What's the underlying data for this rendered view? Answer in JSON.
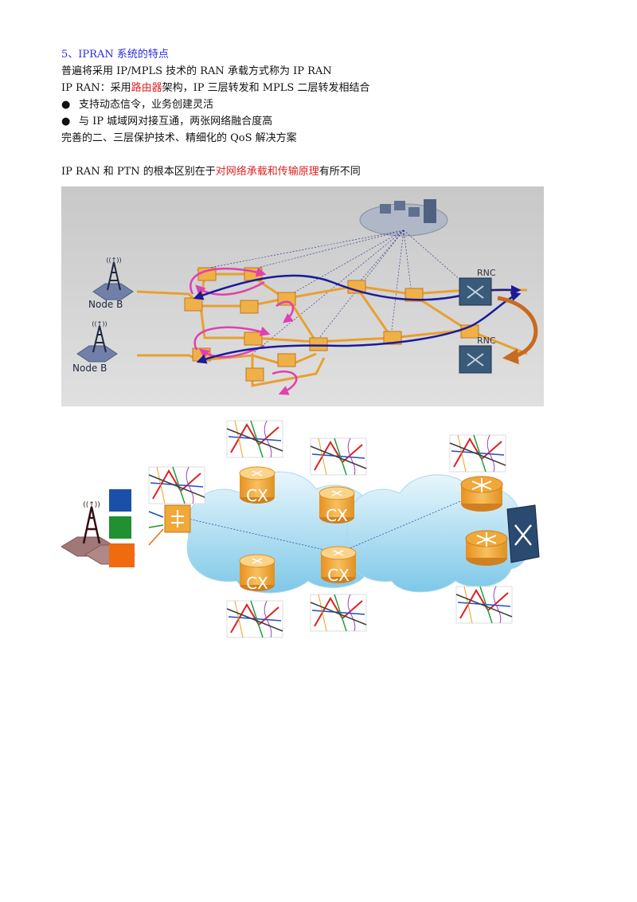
{
  "doc": {
    "heading": "5、IPRAN 系统的特点",
    "line1": "普遍将采用 IP/MPLS 技术的 RAN 承载方式称为 IP RAN",
    "line2_pre": "IP RAN：采用",
    "line2_red": "路由器",
    "line2_post": "架构，IP 三层转发和 MPLS 二层转发相结合",
    "bullets": [
      "支持动态信令，业务创建灵活",
      "与 IP 城域网对接互通，两张网络融合度高"
    ],
    "bullet_symbol": "●",
    "line3": "完善的二、三层保护技术、精细化的 QoS 解决方案",
    "line4_pre": "IP RAN 和 PTN 的根本区别在于",
    "line4_red": "对网络承载和传输原理",
    "line4_post": "有所不同"
  },
  "figure1": {
    "node_b_labels": [
      "Node B",
      "Node B"
    ],
    "rnc_labels": [
      "RNC",
      "RNC"
    ]
  },
  "figure2": {
    "cx_labels": [
      "CX",
      "CX",
      "CX",
      "CX"
    ]
  },
  "colors": {
    "heading": "#2a2ae0",
    "highlight": "#e02020",
    "router_orange": "#f0a030",
    "path_blue": "#1a1a9a",
    "path_magenta": "#e040b0",
    "fig1_bg": "#d8d8d8"
  }
}
